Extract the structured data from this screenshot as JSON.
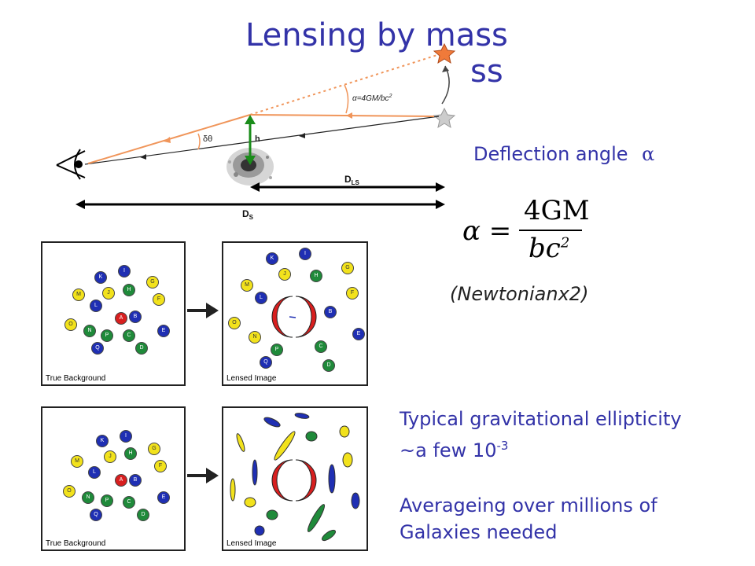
{
  "slide": {
    "title_line1": "Lensing by mass",
    "title_line2_fragment": "ss",
    "deflection_label": "Deflection angle",
    "alpha_symbol": "α",
    "formula_lhs": "α =",
    "formula_numerator": "4GM",
    "formula_denominator_b": "bc",
    "formula_denominator_exp": "2",
    "newtonian_note": "(Newtonianx2)",
    "ellipticity_line1": "Typical gravitational ellipticity",
    "ellipticity_line2": "~a few 10",
    "ellipticity_exp": "-3",
    "averaging_line1": "Averageing  over millions of",
    "averaging_line2": "Galaxies  needed"
  },
  "diagram": {
    "alpha_label": "α=4GM/bc",
    "alpha_label_exp": "2",
    "delta_theta": "δθ",
    "h_label": "h",
    "dls_label": "D",
    "dls_sub": "LS",
    "ds_label": "D",
    "ds_sub": "S",
    "colors": {
      "orange": "#f0955a",
      "green": "#1a8c1a",
      "star_orange": "#f07a3a",
      "star_grey": "#cccccc"
    }
  },
  "panels": {
    "true_background": "True Background",
    "lensed_image": "Lensed Image"
  },
  "galaxies": [
    "K",
    "I",
    "M",
    "J",
    "H",
    "G",
    "L",
    "F",
    "O",
    "A",
    "B",
    "N",
    "E",
    "P",
    "C",
    "Q",
    "D"
  ]
}
